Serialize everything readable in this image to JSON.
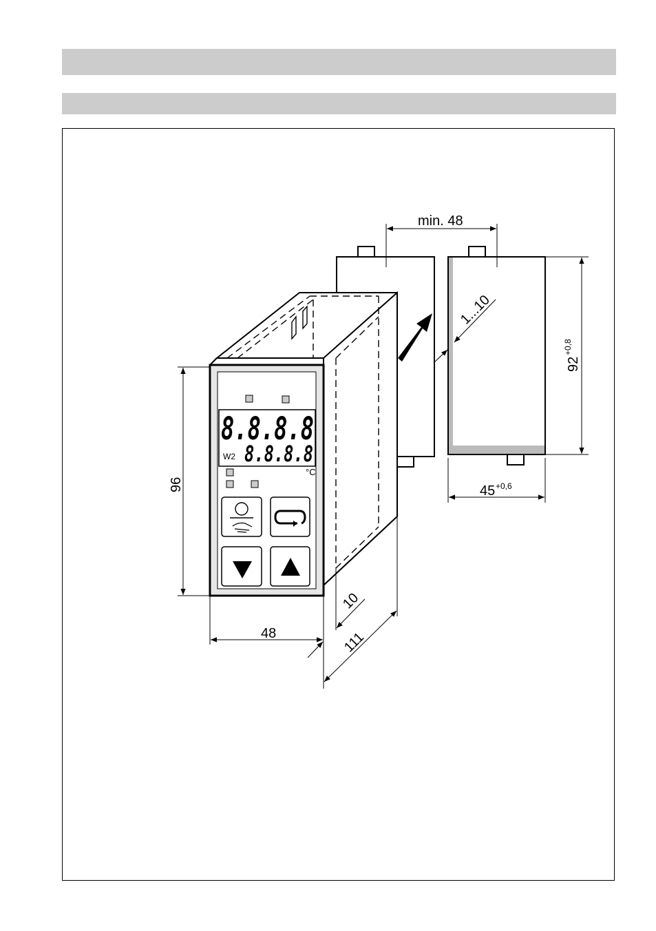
{
  "header": {
    "bar_top": "",
    "bar_sub": ""
  },
  "dimensions": {
    "min_gap": "min. 48",
    "panel_range": "1...10",
    "cutout_height": "92",
    "cutout_height_tol": "+0,8",
    "cutout_width": "45",
    "cutout_width_tol": "+0,6",
    "front_height": "96",
    "front_width": "48",
    "front_depth": "10",
    "total_depth": "111"
  },
  "device": {
    "display_main": "8.8.8.8",
    "display_sub": "8.8.8.8",
    "setpoint_label": "W2",
    "unit_label": "°C"
  },
  "colors": {
    "line": "#000000",
    "bar": "#cccccc",
    "panel_face": "#e6e6e6",
    "led": "#cccccc"
  }
}
